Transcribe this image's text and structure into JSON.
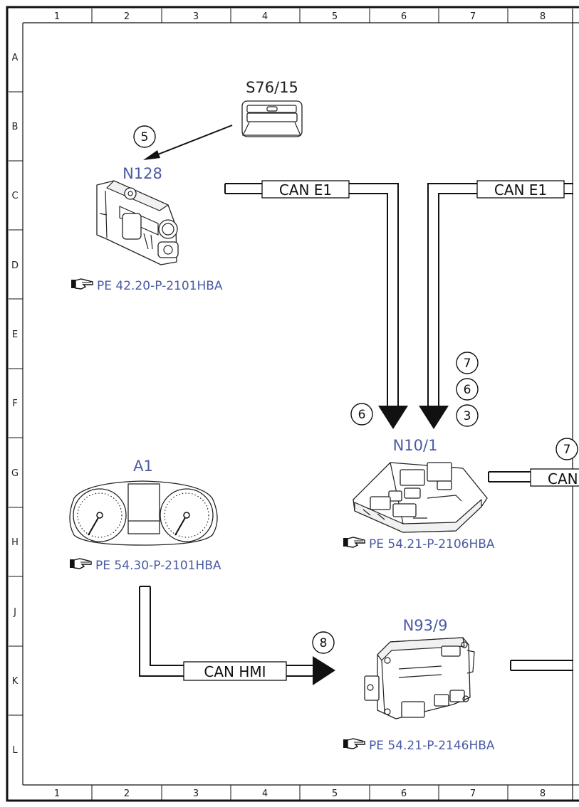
{
  "grid": {
    "columns": [
      "1",
      "2",
      "3",
      "4",
      "5",
      "6",
      "7",
      "8"
    ],
    "rows": [
      "A",
      "B",
      "C",
      "D",
      "E",
      "F",
      "G",
      "H",
      "J",
      "K",
      "L"
    ]
  },
  "components": {
    "s76_15": {
      "code": "S76/15"
    },
    "n128": {
      "code": "N128",
      "ref": "PE 42.20-P-2101HBA"
    },
    "a1": {
      "code": "A1",
      "ref": "PE 54.30-P-2101HBA"
    },
    "n10_1": {
      "code": "N10/1",
      "ref": "PE 54.21-P-2106HBA"
    },
    "n93_9": {
      "code": "N93/9",
      "ref": "PE 54.21-P-2146HBA"
    }
  },
  "buses": {
    "can_e1_left": "CAN E1",
    "can_e1_right": "CAN E1",
    "can_cut": "CAN",
    "can_hmi": "CAN HMI"
  },
  "callouts": {
    "c5": "5",
    "c7a": "7",
    "c6a": "6",
    "c3": "3",
    "c6b": "6",
    "c7b": "7",
    "c8": "8"
  },
  "colors": {
    "component_code": "#4a5aa3",
    "reference": "#4a5aa3",
    "line": "#111111"
  },
  "icons": {
    "reference": "pointing-hand-icon"
  }
}
